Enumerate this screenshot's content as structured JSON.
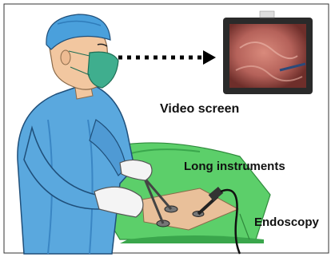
{
  "labels": {
    "video_screen": "Video screen",
    "long_instruments": "Long instruments",
    "endoscopy": "Endoscopy"
  },
  "colors": {
    "gown": "#5aa8de",
    "gown_shade": "#3a86c4",
    "cap": "#4aa0dc",
    "mask": "#3fae8e",
    "drape": "#5ccf6a",
    "drape_shade": "#3aa64c",
    "skin": "#f2c7a0",
    "patient_skin": "#e9c09a",
    "monitor_frame": "#2a2a2a",
    "screen_tissue": "#b5625a",
    "arrow": "#000000"
  }
}
